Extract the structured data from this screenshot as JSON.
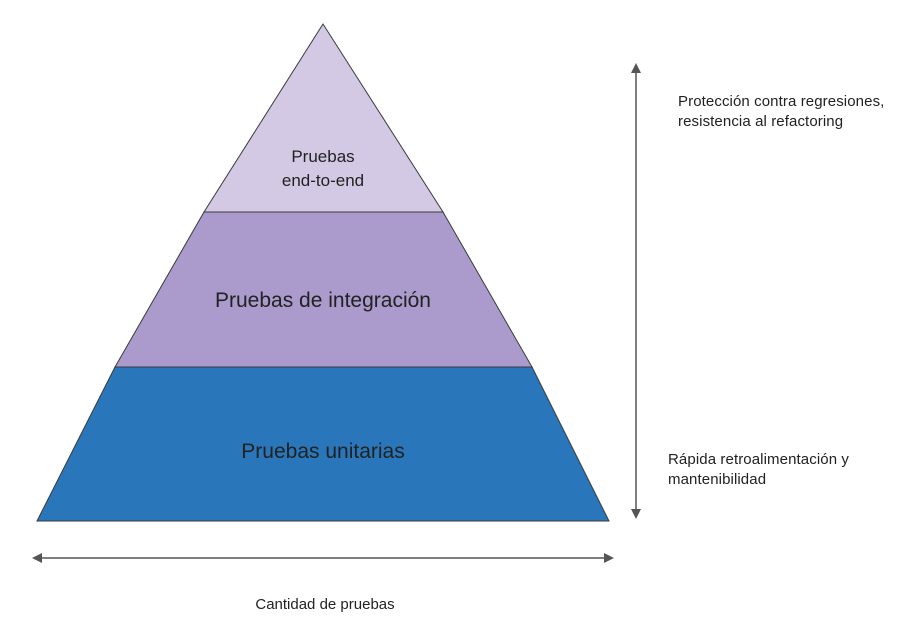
{
  "diagram": {
    "layers": [
      {
        "lines": [
          "Pruebas",
          "end-to-end"
        ],
        "color": "#d3c9e4"
      },
      {
        "lines": [
          "Pruebas de integración"
        ],
        "color": "#ab9bcd"
      },
      {
        "lines": [
          "Pruebas unitarias"
        ],
        "color": "#2977ba"
      }
    ],
    "outline_color": "#3a3a3a",
    "arrow_color": "#555555"
  },
  "labels": {
    "top_right": "Protección contra regresiones, resistencia al refactoring",
    "bottom_right": "Rápida retroalimentación y mantenibilidad",
    "bottom": "Cantidad de pruebas"
  }
}
